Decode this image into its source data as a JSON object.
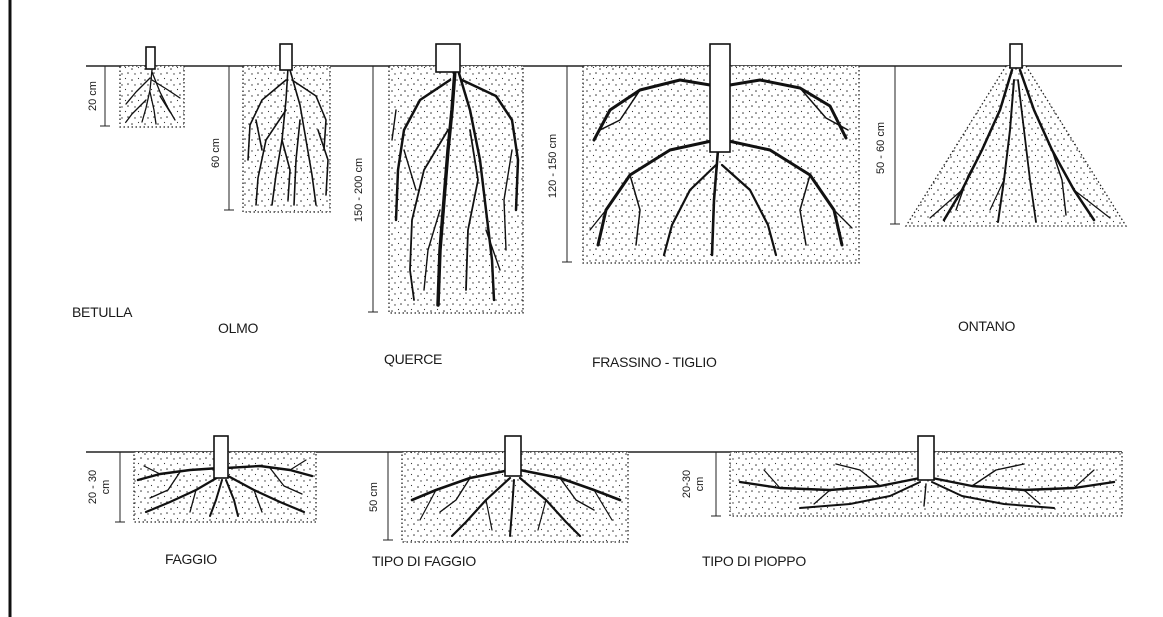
{
  "species": [
    {
      "id": "betulla",
      "name": "BETULLA",
      "depth": "20 cm"
    },
    {
      "id": "olmo",
      "name": "OLMO",
      "depth": "60 cm"
    },
    {
      "id": "querce",
      "name": "QUERCE",
      "depth": "150 - 200 cm"
    },
    {
      "id": "frassino",
      "name": "FRASSINO - TIGLIO",
      "depth": "120 - 150 cm"
    },
    {
      "id": "ontano",
      "name": "ONTANO",
      "depth": "50 - 60 cm"
    },
    {
      "id": "faggio",
      "name": "FAGGIO",
      "depth_line1": "20 - 30",
      "depth_line2": "cm"
    },
    {
      "id": "tipo-faggio",
      "name": "TIPO DI FAGGIO",
      "depth": "50 cm"
    },
    {
      "id": "tipo-pioppo",
      "name": "TIPO DI PIOPPO",
      "depth_line1": "20-30",
      "depth_line2": "cm"
    }
  ]
}
